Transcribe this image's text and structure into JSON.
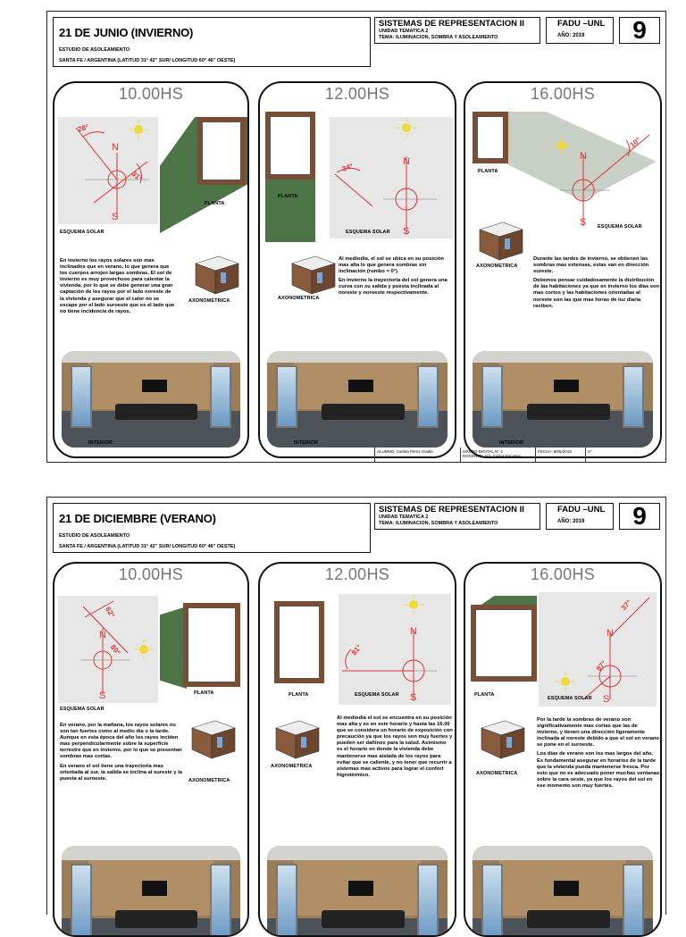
{
  "colors": {
    "shadow": "#4d7446",
    "brick": "#7b4e34",
    "sun": "#f2d93b",
    "red": "#e03b3b"
  },
  "header_common": {
    "course": "SISTEMAS DE REPRESENTACION II",
    "unit": "UNIDAD TEMATICA 2",
    "theme": "TEMA: ILUMINACION, SOMBRA Y ASOLEAMIENTO",
    "faculty": "FADU –UNL",
    "year": "AÑO: 2019",
    "sheet_number": "9"
  },
  "sheet1": {
    "title": "21 DE JUNIO (INVIERNO)",
    "subtitle": "ESTUDIO DE ASOLEAMIENTO",
    "location": "SANTA FE / ARGENTINA (LATITUD 31° 42'' SUR/ LONGITUD 60° 46'' OESTE)",
    "footer": {
      "alumno": "ALUMNO: Camila Pérez Ovalle",
      "grupo": "GRUPO DIGITAL N° 4",
      "docente": "DOCENTE: Arq. Carlos Facasse",
      "fecha": "FECHA: 8/05/2019",
      "v": "V°"
    },
    "panels": [
      {
        "time": "10.00HS",
        "angle_a": "28°",
        "angle_b": "31°",
        "label_plan": "PLANTA",
        "label_compass": "ESQUEMA SOLAR",
        "label_axo": "AXONOMETRICA",
        "label_interior": "INTERIOR",
        "text": [
          "En invierno los rayos solares son mas inclinados que en verano, lo que genera que los cuerpos arrojen largas sombras. El sol de invierno es muy provechoso para calentar la vivienda, por lo que se debe generar una gran captación de los rayos por el lado noreste de la vivienda y asegurar que el calor no se escape por el lado suroeste que es el lado que no tiene incidencia de rayos."
        ]
      },
      {
        "time": "12.00HS",
        "angle_a": "34°",
        "angle_b": "",
        "label_plan": "PLANTA",
        "label_compass": "ESQUEMA SOLAR",
        "label_axo": "AXONOMETRICA",
        "label_interior": "INTERIOR",
        "text": [
          "Al mediodía, el sol se ubica en su posición mas alta lo que genera sombras sin inclinación (rumbo = 0°).",
          "En invierno la trayectoria del sol genera una curva con su salida y puesta inclinada al noreste y noroeste respectivamente."
        ]
      },
      {
        "time": "16.00HS",
        "angle_a": "10°",
        "angle_b": "",
        "label_plan": "PLANTA",
        "label_compass": "ESQUEMA SOLAR",
        "label_axo": "AXONOMETRICA",
        "label_interior": "INTERIOR",
        "text": [
          "Durante las tardes de invierno, se obtienen las sombras mas extensas, estas van en dirección sureste.",
          "Debemos pensar cuidadosamente la distribución de las habitaciones ya que en invierno los días son mas cortos y las habitaciones orientadas al noreste son las que mas horas de luz diaria reciben."
        ]
      }
    ]
  },
  "sheet2": {
    "title": "21 DE DICIEMBRE (VERANO)",
    "subtitle": "ESTUDIO DE ASOLEAMIENTO",
    "location": "SANTA FE / ARGENTINA (LATITUD 31° 42'' SUR/ LONGITUD 60° 46'' OESTE)",
    "panels": [
      {
        "time": "10.00HS",
        "angle_a": "62°",
        "angle_b": "80°",
        "label_plan": "PLANTA",
        "label_compass": "ESQUEMA SOLAR",
        "label_axo": "AXONOMETRICA",
        "text": [
          "En verano, por la mañana, los rayos solares no son tan fuertes como al medio día o la tarde. Aunque en esta época del año los rayos inciden mas perpendicularmente sobre la superficie terrestre que en invierno, por lo que se presentan sombras mas cortas.",
          "En verano el sol tiene una trayectoria mas orientada al sur, la salida se inclina al sureste y la puesta al suroeste."
        ]
      },
      {
        "time": "12.00HS",
        "angle_a": "81°",
        "angle_b": "",
        "label_plan": "PLANTA",
        "label_compass": "ESQUEMA SOLAR",
        "label_axo": "AXONOMETRICA",
        "text": [
          "Al mediodía el sol se encuentra en su posición mas alta y es en este horario y hasta las 16.00 que se considera un horario de exposición con precaución ya que los rayos son muy fuertes y pueden ser dañinos para la salud. Asimismo es el horario en donde la vivienda debe mantenerse mas aislada de los rayos para evitar que se caliente, y no tener que recurrir a sistemas mas activos para lograr el confort higrotérmico."
        ]
      },
      {
        "time": "16.00HS",
        "angle_a": "37°",
        "angle_b": "97°",
        "label_plan": "PLANTA",
        "label_compass": "ESQUEMA SOLAR",
        "label_axo": "AXONOMETRICA",
        "text": [
          "Por la tarde la sombras de verano son significativamente mas cortas que las de invierno, y tienen una dirección ligeramente inclinada al noreste debido a que el sol en verano se pone en el suroeste.",
          "Los días de verano son los mas largos del año. Es fundamental asegurar en horarios de la tarde que la vivienda pueda mantenerse fresca. Por esto que no es adecuado poner muchas ventanas sobre la cara oeste, ya que los rayos del sol en ese momento son muy fuertes."
        ]
      }
    ]
  },
  "compass": {
    "n": "N",
    "s": "S"
  }
}
